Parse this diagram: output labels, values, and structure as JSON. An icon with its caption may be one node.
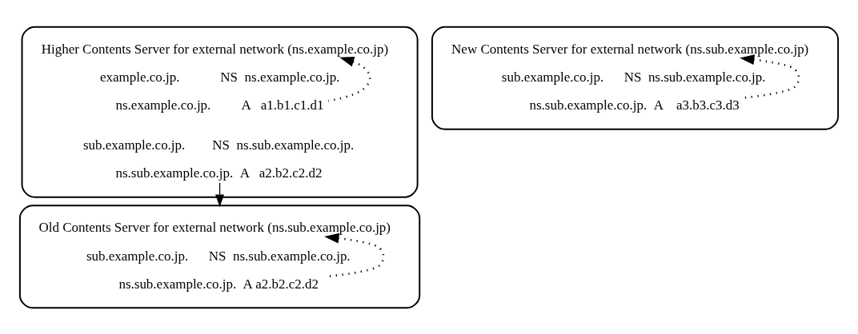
{
  "diagram": {
    "nodes": [
      {
        "text": [],
        "shape": "box"
      },
      {
        "text": [
          "Higher Contents Server for external network (ns.example.co.jp)"
        ],
        "in": 0
      },
      {
        "text": [
          "example.co.jp.            NS  ns.example.co.jp."
        ],
        "in": 0
      },
      {
        "text": [
          "ns.example.co.jp.         A   a1.b1.c1.d1"
        ],
        "in": 0
      },
      {
        "text": [
          "sub.example.co.jp.        NS  ns.sub.example.co.jp."
        ],
        "in": 0
      },
      {
        "text": [
          "ns.sub.example.co.jp.  A   a2.b2.c2.d2"
        ],
        "in": 0
      },
      {
        "text": [],
        "shape": "box"
      },
      {
        "text": [
          "Old Contents Server for external network (ns.sub.example.co.jp)"
        ],
        "in": 6
      },
      {
        "text": [
          "sub.example.co.jp.      NS  ns.sub.example.co.jp."
        ],
        "in": 6
      },
      {
        "text": [
          "ns.sub.example.co.jp.  A a2.b2.c2.d2"
        ],
        "in": 6
      },
      {
        "text": [],
        "shape": "box"
      },
      {
        "text": [
          "New Contents Server for external network (ns.sub.example.co.jp)"
        ],
        "in": 10
      },
      {
        "text": [
          "sub.example.co.jp.      NS  ns.sub.example.co.jp."
        ],
        "in": 10
      },
      {
        "text": [
          "ns.sub.example.co.jp.  A    a3.b3.c3.d3"
        ],
        "in": 10
      }
    ],
    "edges": [
      {
        "from": 3,
        "to": 1,
        "arrow": "to",
        "style": "dashed"
      },
      {
        "from": 5,
        "to": 6,
        "arrow": "to"
      },
      {
        "from": 9,
        "to": 7,
        "arrow": "to",
        "style": "dashed"
      },
      {
        "from": 13,
        "to": 11,
        "arrow": "to",
        "style": "dashed"
      }
    ]
  }
}
